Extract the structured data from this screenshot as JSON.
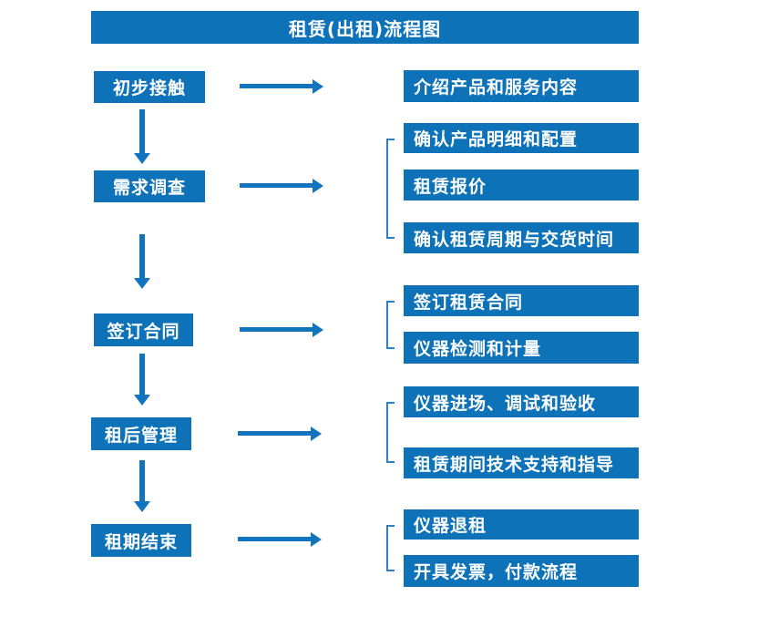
{
  "title": "租赁(出租)流程图",
  "colors": {
    "box_blue": "#0e72b8",
    "arrow_blue": "#1274bf",
    "bracket_blue": "#2e7fc4",
    "text_white": "#ffffff",
    "background": "#ffffff"
  },
  "flow": {
    "steps": [
      {
        "label": "初步接触",
        "details": [
          "介绍产品和服务内容"
        ]
      },
      {
        "label": "需求调查",
        "details": [
          "确认产品明细和配置",
          "租赁报价",
          "确认租赁周期与交货时间"
        ]
      },
      {
        "label": "签订合同",
        "details": [
          "签订租赁合同",
          "仪器检测和计量"
        ]
      },
      {
        "label": "租后管理",
        "details": [
          "仪器进场、调试和验收",
          "租赁期间技术支持和指导"
        ]
      },
      {
        "label": "租期结束",
        "details": [
          "仪器退租",
          "开具发票，付款流程"
        ]
      }
    ]
  }
}
